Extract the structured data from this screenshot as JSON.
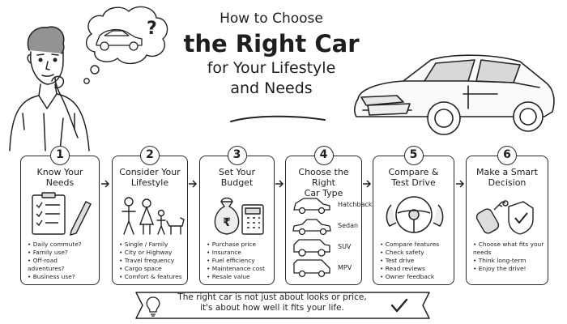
{
  "title": {
    "line1": "How to Choose",
    "line2": "the Right Car",
    "line3": "for Your Lifestyle",
    "line4": "and Needs"
  },
  "thought_bubble_symbol": "?",
  "steps": [
    {
      "number": "1",
      "title": [
        "Know Your",
        "Needs"
      ],
      "icon": "checklist-icon",
      "bullets": [
        "Daily commute?",
        "Family use?",
        "Off-road adventures?",
        "Business use?"
      ]
    },
    {
      "number": "2",
      "title": [
        "Consider Your",
        "Lifestyle"
      ],
      "icon": "family-icon",
      "bullets": [
        "Single / Family",
        "City or Highway",
        "Travel frequency",
        "Cargo space",
        "Comfort & features"
      ]
    },
    {
      "number": "3",
      "title": [
        "Set Your",
        "Budget"
      ],
      "icon": "money-bag-calculator-icon",
      "money_symbol": "₹",
      "bullets": [
        "Purchase price",
        "Insurance",
        "Fuel efficiency",
        "Maintenance cost",
        "Resale value"
      ]
    },
    {
      "number": "4",
      "title": [
        "Choose the Right",
        "Car Type"
      ],
      "icon": "car-types-icon",
      "car_types": [
        "Hatchback",
        "Sedan",
        "SUV",
        "MPV"
      ]
    },
    {
      "number": "5",
      "title": [
        "Compare &",
        "Test Drive"
      ],
      "icon": "steering-wheel-icon",
      "bullets": [
        "Compare features",
        "Check safety",
        "Test drive",
        "Read reviews",
        "Owner feedback"
      ]
    },
    {
      "number": "6",
      "title": [
        "Make a Smart",
        "Decision"
      ],
      "icon": "car-key-check-icon",
      "bullets": [
        "Choose what fits your needs",
        "Think long-term",
        "Enjoy the drive!"
      ]
    }
  ],
  "banner": {
    "line1": "The right car is not just about looks or price,",
    "line2": "it's about how well it fits your life."
  },
  "colors": {
    "ink": "#1e1e1e",
    "background": "#ffffff"
  }
}
